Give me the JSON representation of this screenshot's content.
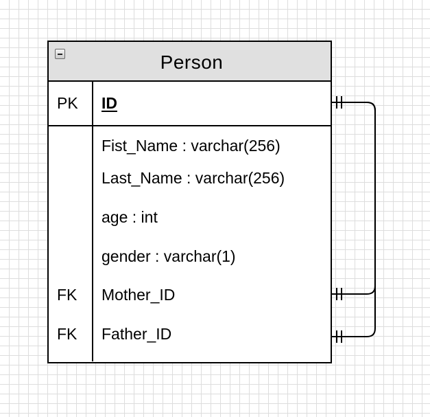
{
  "entity": {
    "title": "Person",
    "primary_key": {
      "key": "PK",
      "name": "ID"
    },
    "fields": [
      {
        "key": "",
        "label": "Fist_Name : varchar(256)"
      },
      {
        "key": "",
        "label": "Last_Name : varchar(256)"
      },
      {
        "key": "",
        "label": "age : int"
      },
      {
        "key": "",
        "label": "gender : varchar(1)"
      },
      {
        "key": "FK",
        "label": "Mother_ID"
      },
      {
        "key": "FK",
        "label": "Father_ID"
      }
    ]
  },
  "relations": [
    {
      "from": "ID",
      "to": "Mother_ID",
      "from_end": "one-and-only-one",
      "to_end": "one-and-only-one"
    },
    {
      "from": "ID",
      "to": "Father_ID",
      "from_end": "one-and-only-one",
      "to_end": "one-and-only-one"
    }
  ],
  "colors": {
    "header_fill": "#e0e0e0",
    "grid_line": "#dddddd",
    "stroke": "#000000"
  }
}
